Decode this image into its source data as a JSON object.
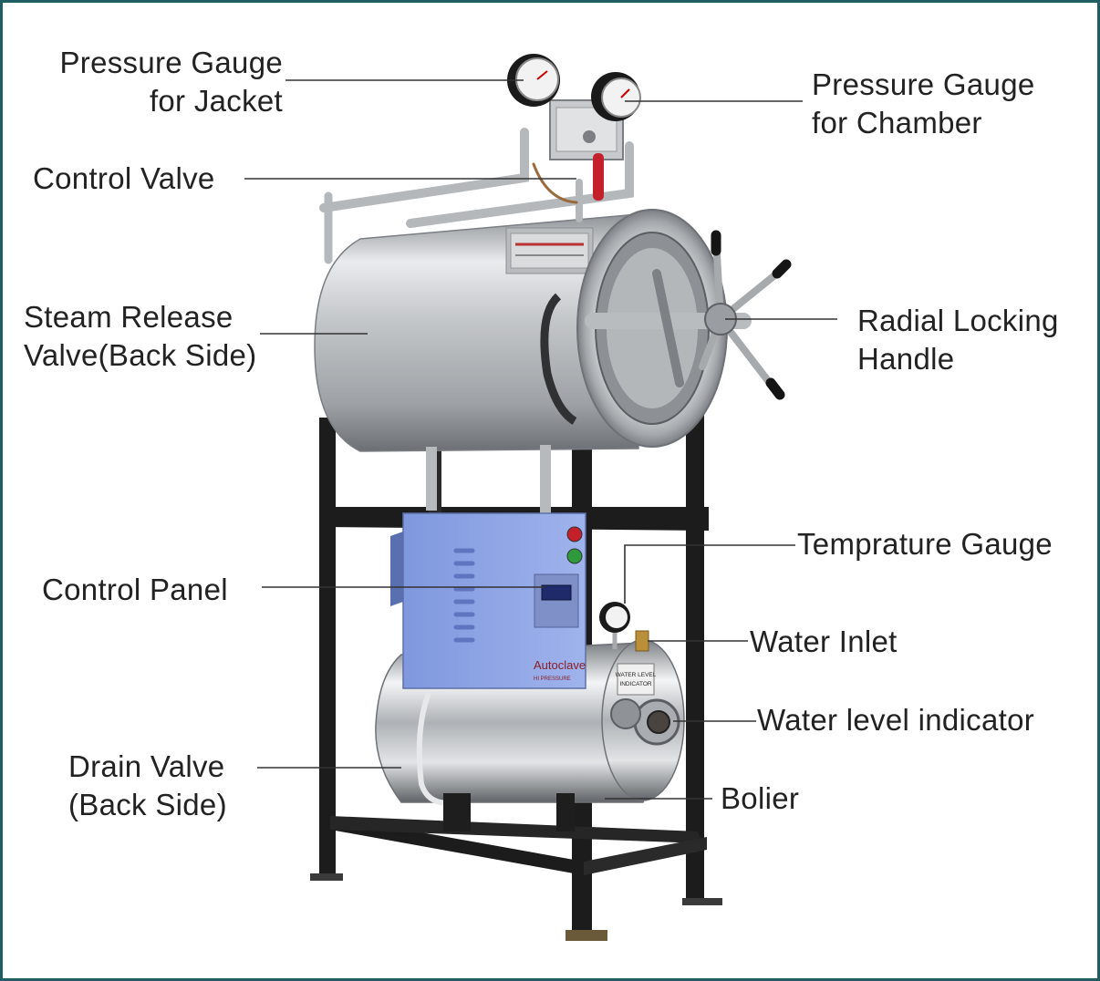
{
  "colors": {
    "frame": "#1f5f63",
    "label_text": "#222222",
    "leader_line": "#333333",
    "steel": "#c9cccf",
    "frame_steel": "#1c1c1c",
    "control_panel": "#8fa6e6"
  },
  "labels": {
    "pressure_gauge_jacket": {
      "line1": "Pressure Gauge",
      "line2": "for Jacket"
    },
    "pressure_gauge_chamber": {
      "line1": "Pressure Gauge",
      "line2": "for Chamber"
    },
    "control_valve": "Control Valve",
    "steam_release_valve": {
      "line1": "Steam Release",
      "line2": "Valve(Back Side)"
    },
    "radial_locking_handle": {
      "line1": "Radial Locking",
      "line2": "Handle"
    },
    "temprature_gauge": "Temprature Gauge",
    "control_panel": "Control Panel",
    "water_inlet": "Water Inlet",
    "water_level_indicator": "Water level indicator",
    "drain_valve": {
      "line1": "Drain Valve",
      "line2": "(Back Side)"
    },
    "bolier": "Bolier"
  },
  "machine_text": {
    "panel_brand": "Autoclave",
    "panel_sub": "HI PRESSURE",
    "water_level_sign": {
      "line1": "WATER LEVEL",
      "line2": "INDICATOR"
    }
  }
}
